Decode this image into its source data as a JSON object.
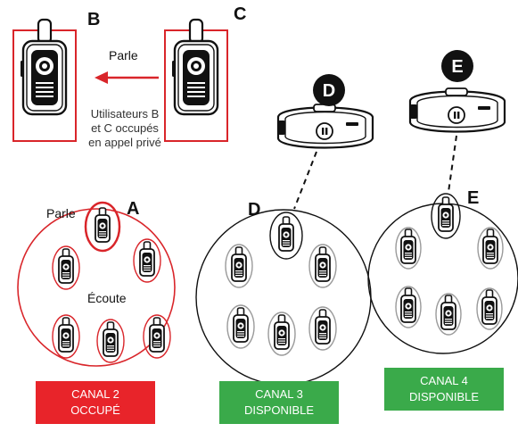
{
  "top": {
    "label_b": "B",
    "label_c": "C",
    "speaks": "Parle",
    "private_call": [
      "Utilisateurs B",
      "et C occupés",
      "en appel privé"
    ]
  },
  "groups": {
    "a": {
      "letter": "A",
      "speaks": "Parle",
      "listens": "Écoute"
    },
    "d": {
      "badge": "D",
      "letter": "D"
    },
    "e": {
      "badge": "E",
      "letter": "E"
    }
  },
  "channels": [
    {
      "line1": "CANAL 2",
      "line2": "OCCUPÉ",
      "color": "#e8242a"
    },
    {
      "line1": "CANAL 3",
      "line2": "DISPONIBLE",
      "color": "#3aaa4a"
    },
    {
      "line1": "CANAL 4",
      "line2": "DISPONIBLE",
      "color": "#3aaa4a"
    }
  ],
  "colors": {
    "red": "#d9252a",
    "circle_gray": "#9a9a9a",
    "device": "#111111"
  }
}
